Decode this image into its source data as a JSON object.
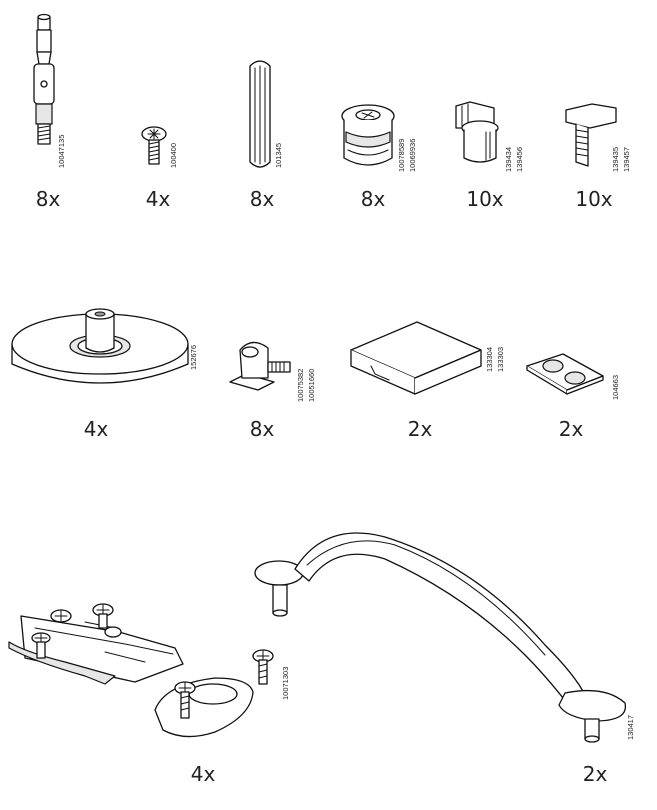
{
  "parts": [
    {
      "id": "cam-bolt",
      "codes": [
        "10047135"
      ],
      "qty": "8x",
      "icon": "cam-bolt-icon"
    },
    {
      "id": "screw-small",
      "codes": [
        "100400"
      ],
      "qty": "4x",
      "icon": "screw-icon"
    },
    {
      "id": "dowel",
      "codes": [
        "101345"
      ],
      "qty": "8x",
      "icon": "wood-dowel-icon"
    },
    {
      "id": "cam-lock",
      "codes": [
        "10078589",
        "10069936"
      ],
      "qty": "8x",
      "icon": "cam-lock-icon"
    },
    {
      "id": "shelf-support-a",
      "codes": [
        "139434",
        "139456"
      ],
      "qty": "10x",
      "icon": "shelf-support-icon"
    },
    {
      "id": "shelf-support-b",
      "codes": [
        "139435",
        "139457"
      ],
      "qty": "10x",
      "icon": "shelf-pin-icon"
    },
    {
      "id": "foot-disc",
      "codes": [
        "152676"
      ],
      "qty": "4x",
      "icon": "round-foot-icon"
    },
    {
      "id": "bracket",
      "codes": [
        "10075382",
        "10051660"
      ],
      "qty": "8x",
      "icon": "bracket-icon"
    },
    {
      "id": "block",
      "codes": [
        "133304",
        "133303"
      ],
      "qty": "2x",
      "icon": "square-block-icon"
    },
    {
      "id": "bumper-pads",
      "codes": [
        "104663"
      ],
      "qty": "2x",
      "icon": "bumper-pads-icon"
    },
    {
      "id": "hinge",
      "codes": [
        "10071303"
      ],
      "qty": "4x",
      "icon": "hinge-icon"
    },
    {
      "id": "handle",
      "codes": [
        "130417"
      ],
      "qty": "2x",
      "icon": "handle-icon"
    }
  ]
}
